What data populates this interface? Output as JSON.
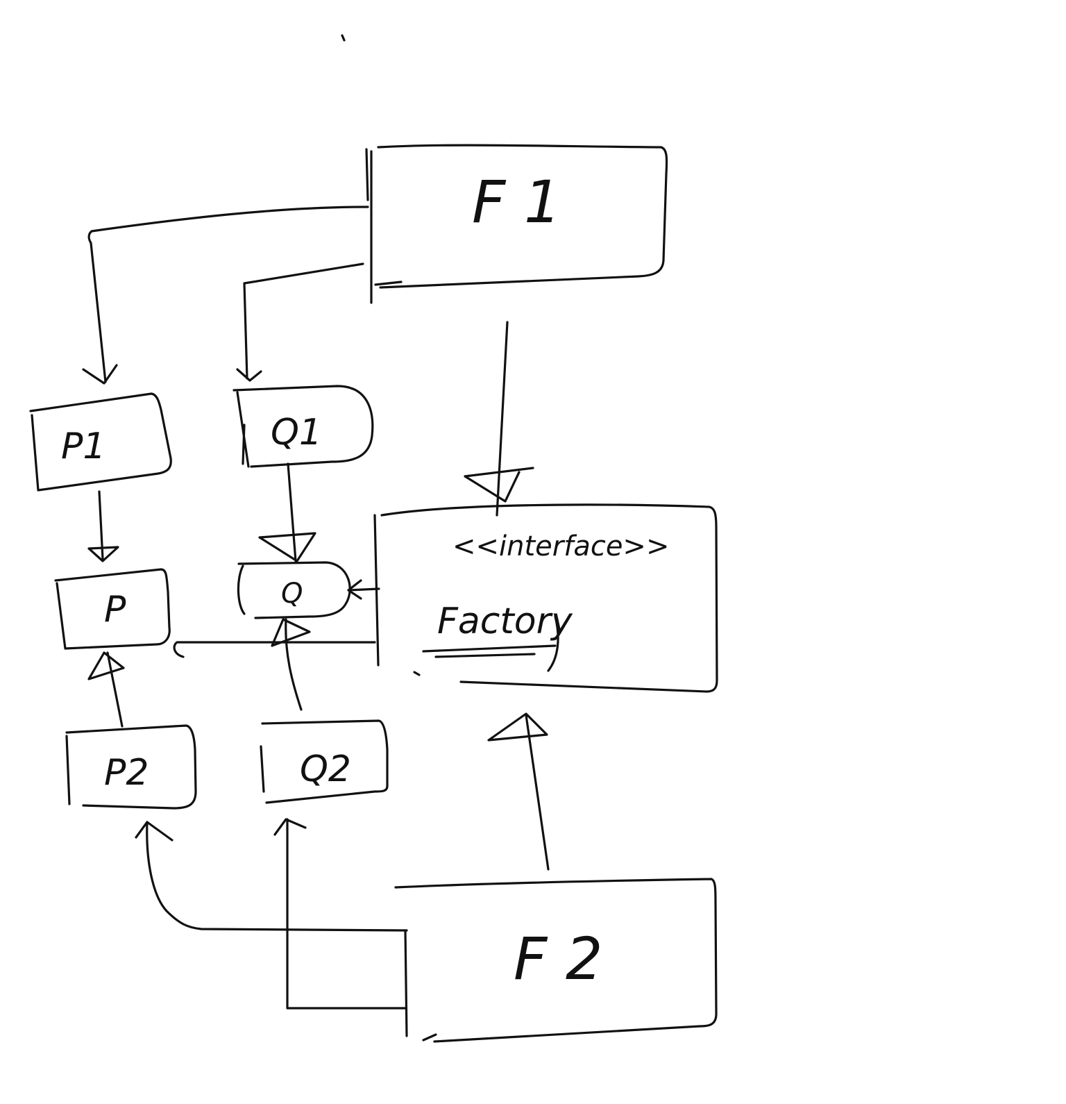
{
  "diagram": {
    "nodes": {
      "f1": {
        "label": "F 1"
      },
      "f2": {
        "label": "F 2"
      },
      "p1": {
        "label": "P1"
      },
      "q1": {
        "label": "Q1"
      },
      "p": {
        "label": "P"
      },
      "q": {
        "label": "Q"
      },
      "p2": {
        "label": "P2"
      },
      "q2": {
        "label": "Q2"
      },
      "factory": {
        "stereotype": "<<interface>>",
        "label": "Factory"
      }
    },
    "edges": [
      {
        "from": "F 1",
        "to": "P1",
        "kind": "creates"
      },
      {
        "from": "F 1",
        "to": "Q1",
        "kind": "creates"
      },
      {
        "from": "F 1",
        "to": "Factory",
        "kind": "implements"
      },
      {
        "from": "P1",
        "to": "P",
        "kind": "implements"
      },
      {
        "from": "Q1",
        "to": "Q",
        "kind": "implements"
      },
      {
        "from": "Factory",
        "to": "P",
        "kind": "uses"
      },
      {
        "from": "Factory",
        "to": "Q",
        "kind": "uses"
      },
      {
        "from": "P2",
        "to": "P",
        "kind": "implements"
      },
      {
        "from": "Q2",
        "to": "Q",
        "kind": "implements"
      },
      {
        "from": "F 2",
        "to": "Factory",
        "kind": "implements"
      },
      {
        "from": "F 2",
        "to": "P2",
        "kind": "creates"
      },
      {
        "from": "F 2",
        "to": "Q2",
        "kind": "creates"
      }
    ]
  }
}
